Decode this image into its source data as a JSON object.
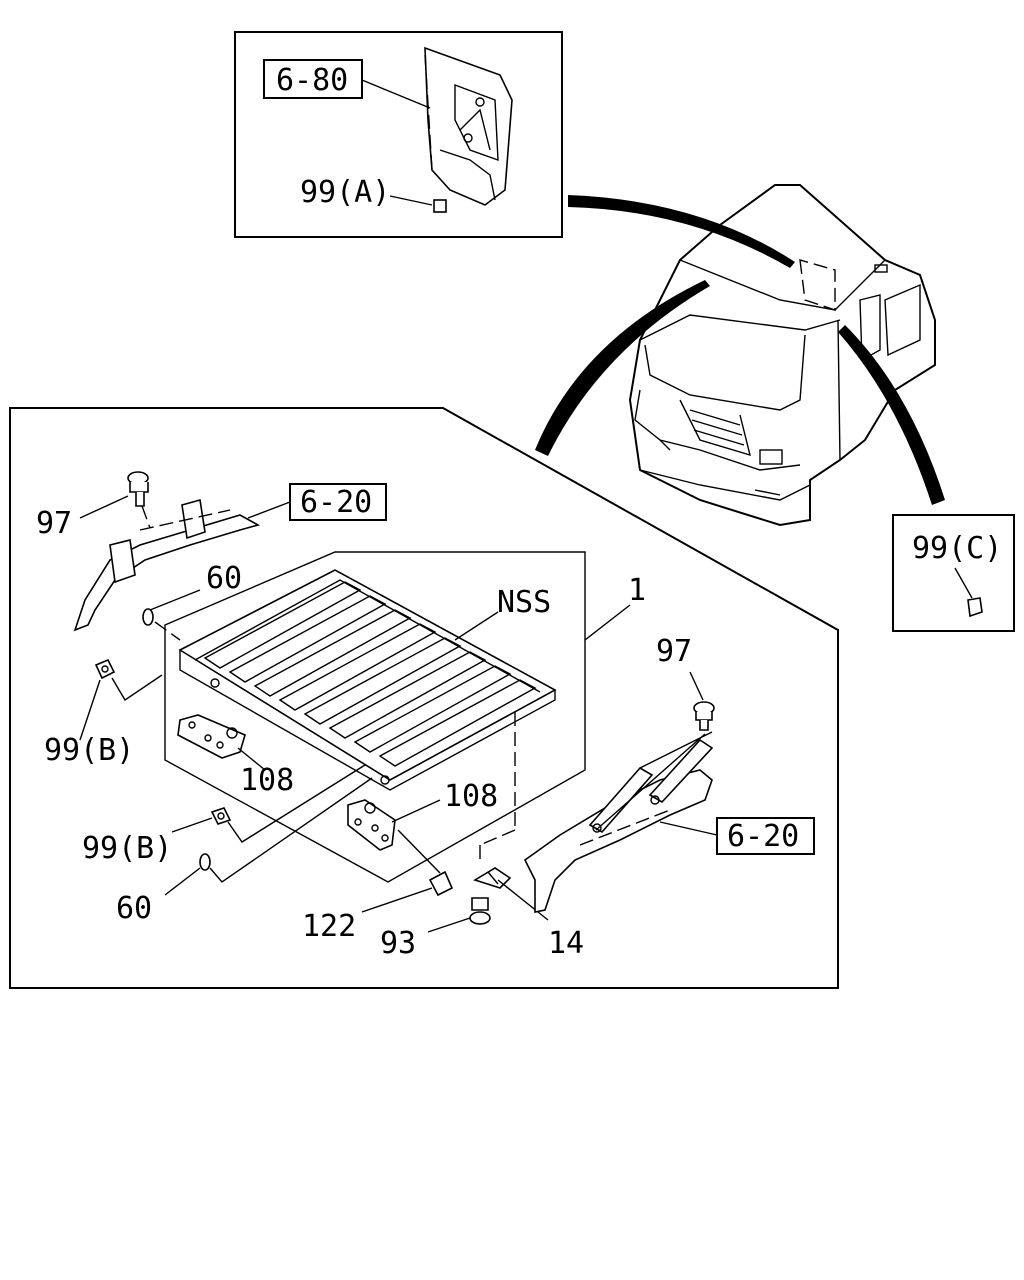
{
  "callouts": {
    "ref_6_80": "6-80",
    "ref_6_20_left": "6-20",
    "ref_6_20_right": "6-20",
    "p99a": "99(A)",
    "p99c": "99(C)",
    "p99b_top": "99(B)",
    "p99b_bottom": "99(B)",
    "p97_left": "97",
    "p97_right": "97",
    "p60_top": "60",
    "p60_bottom": "60",
    "nss": "NSS",
    "p1": "1",
    "p108_left": "108",
    "p108_right": "108",
    "p122": "122",
    "p93": "93",
    "p14": "14"
  }
}
